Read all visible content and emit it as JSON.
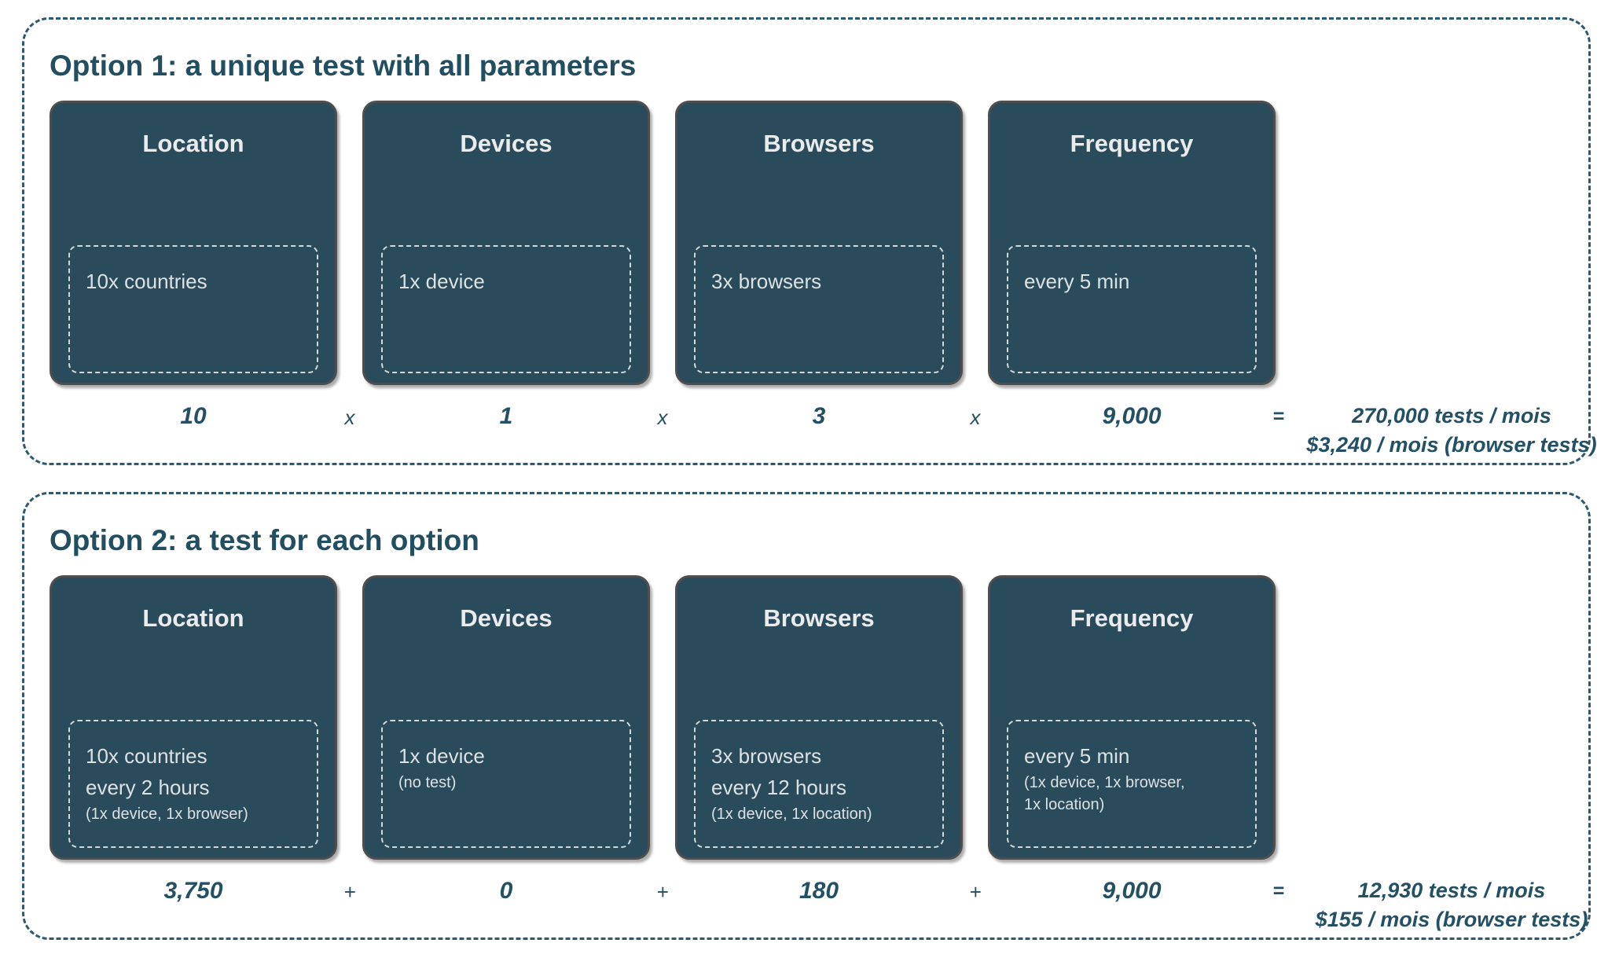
{
  "colors": {
    "card_fill": "#294b5b",
    "card_border": "#4e4e4e",
    "card_text": "#e9ebec",
    "inner_dashed_border": "#d3d8da",
    "outer_dashed_border": "#2d5a70",
    "accent_text": "#214e60",
    "background": "#ffffff"
  },
  "sections": [
    {
      "title": "Option 1: a unique test with all parameters",
      "cards": [
        {
          "title": "Location",
          "big1": "10x countries"
        },
        {
          "title": "Devices",
          "big1": "1x device"
        },
        {
          "title": "Browsers",
          "big1": "3x browsers"
        },
        {
          "title": "Frequency",
          "big1": "every 5 min"
        }
      ],
      "calc": {
        "values": [
          "10",
          "1",
          "3",
          "9,000"
        ],
        "operator": "x",
        "equals": "=",
        "total_line1": "270,000 tests / mois",
        "total_line2": "$3,240 / mois (browser tests)"
      }
    },
    {
      "title": "Option 2: a test for each option",
      "cards": [
        {
          "title": "Location",
          "big1": "10x countries",
          "big2": "every 2 hours",
          "sm1": "(1x device, 1x browser)"
        },
        {
          "title": "Devices",
          "big1": "1x device",
          "sm1": "(no test)"
        },
        {
          "title": "Browsers",
          "big1": "3x browsers",
          "big2": "every 12 hours",
          "sm1": "(1x device, 1x location)"
        },
        {
          "title": "Frequency",
          "big1": "every 5 min",
          "sm1": "(1x device, 1x browser,",
          "sm2": "1x location)"
        }
      ],
      "calc": {
        "values": [
          "3,750",
          "0",
          "180",
          "9,000"
        ],
        "operator": "+",
        "equals": "=",
        "total_line1": "12,930 tests / mois",
        "total_line2": "$155 / mois (browser tests)"
      }
    }
  ]
}
